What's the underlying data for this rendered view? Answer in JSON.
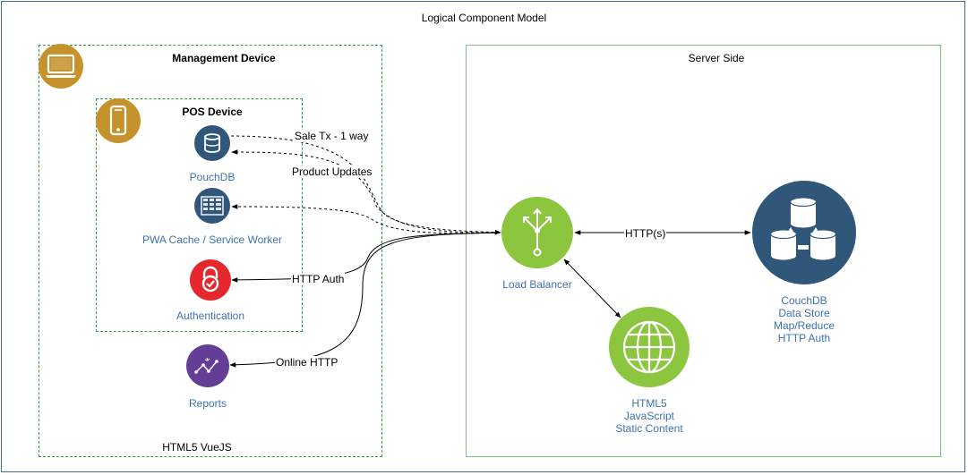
{
  "title": "Logical Component Model",
  "management": {
    "title": "Management Device",
    "footer": "HTML5 VueJS",
    "pos": {
      "title": "POS Device",
      "pouchdb": "PouchDB",
      "pwa": "PWA Cache / Service Worker",
      "auth": "Authentication"
    },
    "reports": "Reports"
  },
  "server": {
    "title": "Server Side",
    "load_balancer": "Load Balancer",
    "couchdb": [
      "CouchDB",
      "Data Store",
      "Map/Reduce",
      "HTTP Auth"
    ],
    "static": [
      "HTML5",
      "JavaScript",
      "Static Content"
    ]
  },
  "edges": {
    "sale_tx": "Sale Tx - 1 way",
    "product_updates": "Product Updates",
    "http_auth": "HTTP Auth",
    "online_http": "Online HTTP",
    "https": "HTTP(s)"
  },
  "colors": {
    "gold": "#c6922b",
    "navy": "#30577a",
    "green": "#8cc63e",
    "red": "#e4282e",
    "purple": "#643e96",
    "label_blue": "#3d72ae",
    "border_green": "#2e9e49"
  }
}
